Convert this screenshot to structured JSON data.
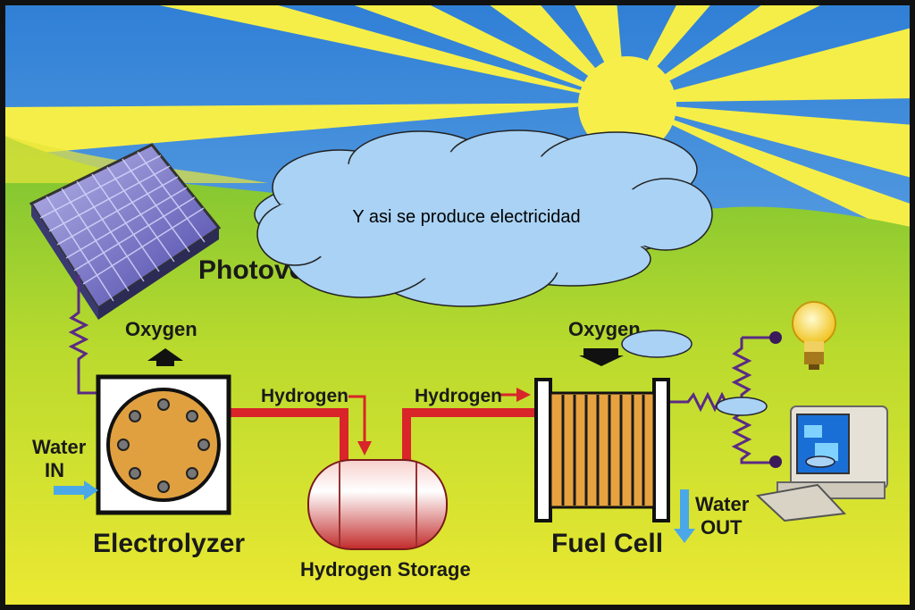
{
  "cloud_text": "Y asi se produce electricidad",
  "labels": {
    "photovoltaic": "Photovolta",
    "oxygen_left": "Oxygen",
    "oxygen_right": "Oxygen",
    "hydrogen_left": "Hydrogen",
    "hydrogen_right": "Hydrogen",
    "water_in_1": "Water",
    "water_in_2": "IN",
    "water_out_1": "Water",
    "water_out_2": "OUT",
    "electrolyzer": "Electrolyzer",
    "hydrogen_storage": "Hydrogen Storage",
    "fuel_cell": "Fuel Cell"
  },
  "colors": {
    "sky": "#3d8fe0",
    "sun": "#f7ee4a",
    "ground_top": "#7cc832",
    "ground_bottom": "#e7e931",
    "pipe": "#d9242a",
    "wire": "#5b2a86",
    "cloud": "#a9d2f4",
    "arrow_blue": "#4aa8e8"
  }
}
